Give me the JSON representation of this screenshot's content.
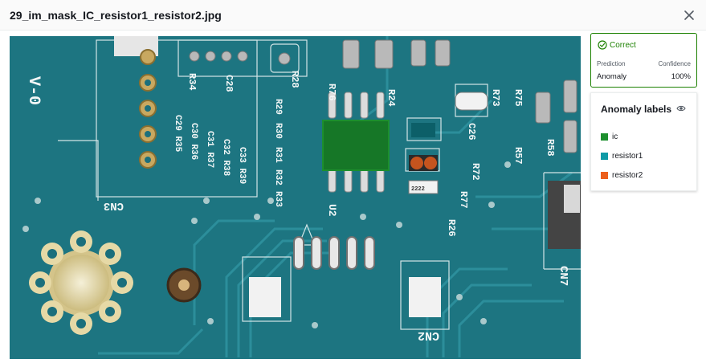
{
  "header": {
    "title": "29_im_mask_IC_resistor1_resistor2.jpg"
  },
  "result": {
    "status": "Correct",
    "prediction_label": "Prediction",
    "confidence_label": "Confidence",
    "prediction_value": "Anomaly",
    "confidence_value": "100%",
    "status_color": "#1d8102"
  },
  "anomaly_labels": {
    "title": "Anomaly labels",
    "items": [
      {
        "name": "ic",
        "color": "#1d8f2e"
      },
      {
        "name": "resistor1",
        "color": "#0f9aa6"
      },
      {
        "name": "resistor2",
        "color": "#ec5f1c"
      }
    ]
  },
  "pcb_markings": {
    "cn2": "CN2",
    "cn3": "CN3",
    "cn7": "CN7",
    "u2": "U2",
    "r76": "R76",
    "r77": "R77",
    "r72": "R72",
    "r26": "R26",
    "r57": "R57",
    "r58": "R58",
    "r73": "R73",
    "r75": "R75",
    "c26": "C26",
    "r24": "R24",
    "r28": "R28",
    "c28": "C28",
    "r34": "R34",
    "big_left": "V-0",
    "resistor_code": "2222",
    "left_col_1": "C29 R35",
    "left_col_2": "C30 R36",
    "left_col_3": "C31 R37",
    "left_col_4": "C32 R38",
    "left_col_5": "C33 R39",
    "mid_col_1": "R29",
    "mid_col_2": "R30",
    "mid_col_3": "R31",
    "mid_col_4": "R32",
    "mid_col_5": "R33"
  }
}
